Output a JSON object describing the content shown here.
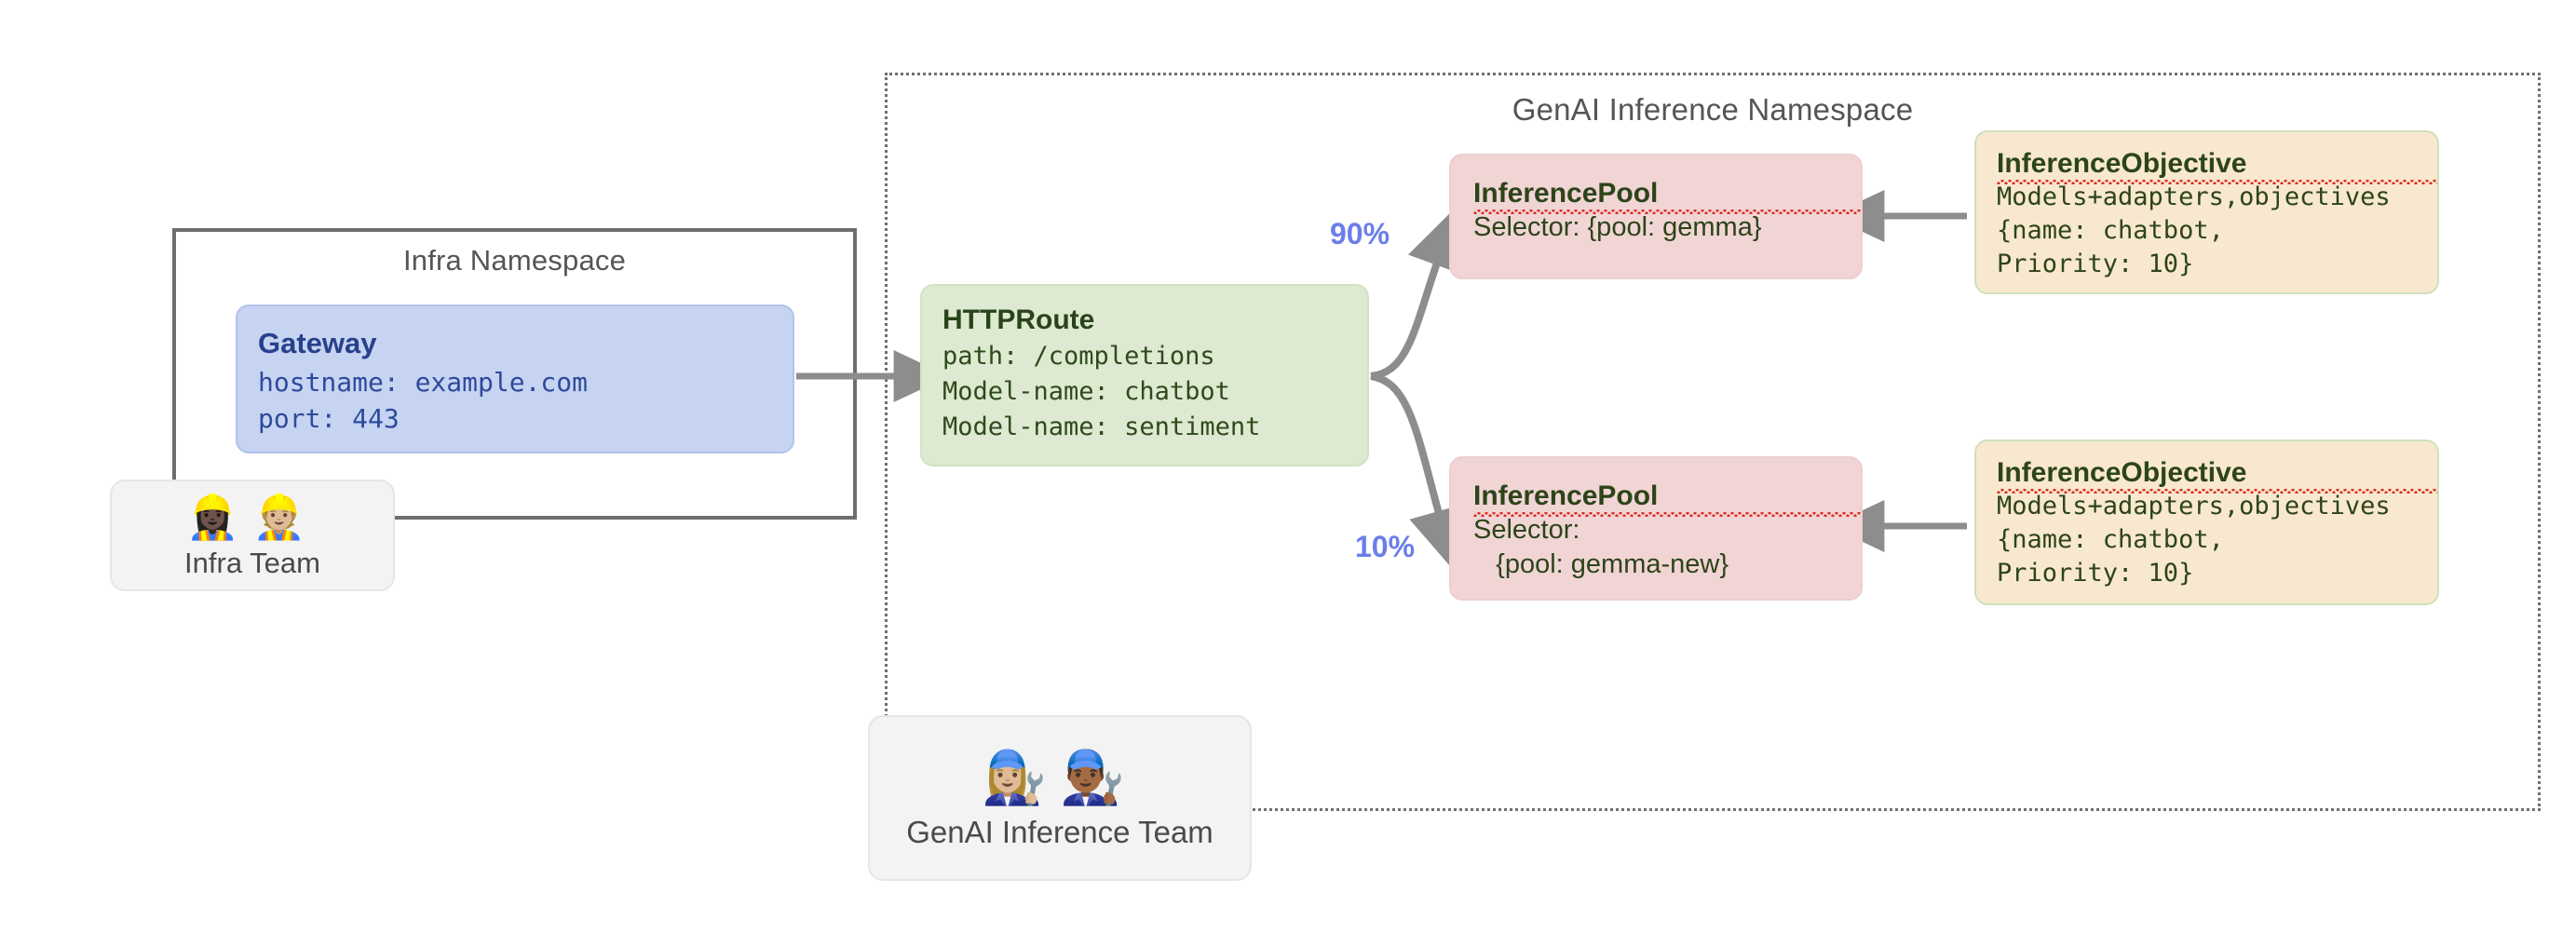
{
  "namespaces": {
    "infra": {
      "title": "Infra Namespace"
    },
    "genai": {
      "title": "GenAI Inference Namespace"
    }
  },
  "resources": {
    "gateway": {
      "kind": "Gateway",
      "body": "hostname: example.com\nport: 443"
    },
    "httproute": {
      "kind": "HTTPRoute",
      "body": "path: /completions\nModel-name: chatbot\nModel-name: sentiment"
    },
    "pool_gemma": {
      "kind": "InferencePool",
      "body": "Selector: {pool: gemma}"
    },
    "pool_gemma_new": {
      "kind": "InferencePool",
      "body": "Selector:\n   {pool: gemma-new}"
    },
    "objective_top": {
      "kind": "InferenceObjective",
      "body": "Models+adapters,objectives\n{name: chatbot,\nPriority: 10}"
    },
    "objective_bottom": {
      "kind": "InferenceObjective",
      "body": "Models+adapters,objectives\n{name: chatbot,\nPriority: 10}"
    }
  },
  "teams": {
    "infra": {
      "label": "Infra Team",
      "emojis": "👷🏿‍♀️👷🏼"
    },
    "genai": {
      "label": "GenAI Inference Team",
      "emojis": "👩🏼‍🔧👨🏾‍🔧"
    }
  },
  "traffic_split": {
    "primary_weight": "90%",
    "canary_weight": "10%"
  },
  "colors": {
    "gateway_fill": "#c6d4f2",
    "gateway_text": "#27418c",
    "httproute_fill": "#dde9d1",
    "httproute_text": "#2e4a1c",
    "pool_fill": "#f1d5d5",
    "objective_fill": "#f8e8cf",
    "objective_border": "#cfe0bd",
    "crd_text": "#2d4419",
    "weight_label": "#6b7ee8",
    "connector": "#8d8d8d",
    "namespace_border": "#6e6e6e",
    "team_fill": "#f3f3f3",
    "spellcheck_underline": "#d93025"
  }
}
